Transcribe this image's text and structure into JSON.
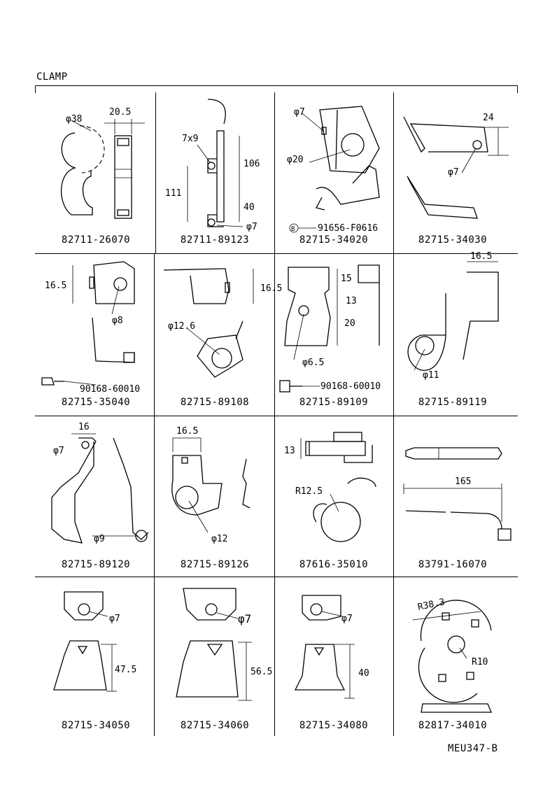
{
  "header": {
    "title": "CLAMP"
  },
  "footer": {
    "code": "MEU347-B"
  },
  "cells": [
    {
      "part": "82711-26070",
      "dims": [
        "φ38",
        "20.5"
      ]
    },
    {
      "part": "82711-89123",
      "dims": [
        "7x9",
        "106",
        "111",
        "40",
        "φ7"
      ]
    },
    {
      "part": "82715-34020",
      "dims": [
        "φ7",
        "φ20",
        "91656-F0616"
      ],
      "marker": "B"
    },
    {
      "part": "82715-34030",
      "dims": [
        "24",
        "φ7"
      ]
    },
    {
      "part": "82715-35040",
      "dims": [
        "16.5",
        "φ8",
        "90168-60010"
      ]
    },
    {
      "part": "82715-89108",
      "dims": [
        "16.5",
        "φ12.6"
      ]
    },
    {
      "part": "82715-89109",
      "dims": [
        "15",
        "13",
        "20",
        "φ6.5",
        "90168-60010"
      ]
    },
    {
      "part": "82715-89119",
      "dims": [
        "16.5",
        "φ11"
      ]
    },
    {
      "part": "82715-89120",
      "dims": [
        "16",
        "φ7",
        "φ9"
      ]
    },
    {
      "part": "82715-89126",
      "dims": [
        "16.5",
        "φ12"
      ]
    },
    {
      "part": "87616-35010",
      "dims": [
        "13",
        "R12.5"
      ]
    },
    {
      "part": "83791-16070",
      "dims": [
        "165"
      ]
    },
    {
      "part": "82715-34050",
      "dims": [
        "φ7",
        "47.5"
      ]
    },
    {
      "part": "82715-34060",
      "dims": [
        "φ7",
        "56.5"
      ]
    },
    {
      "part": "82715-34080",
      "dims": [
        "φ7",
        "40"
      ]
    },
    {
      "part": "82817-34010",
      "dims": [
        "R38.3",
        "R10"
      ]
    }
  ]
}
